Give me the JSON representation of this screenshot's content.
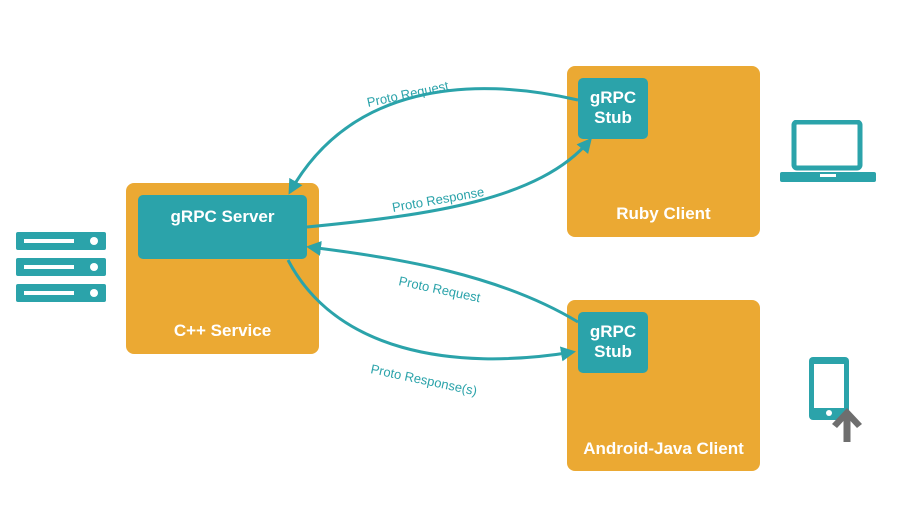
{
  "colors": {
    "service": "#EBA933",
    "accent": "#2BA3AA",
    "device": "#6E6E6E"
  },
  "server": {
    "inner_label": "gRPC Server",
    "service_label": "C++ Service"
  },
  "ruby": {
    "stub_line1": "gRPC",
    "stub_line2": "Stub",
    "client_label": "Ruby Client"
  },
  "android": {
    "stub_line1": "gRPC",
    "stub_line2": "Stub",
    "client_label": "Android-Java Client"
  },
  "arrows": {
    "ruby_request": "Proto Request",
    "ruby_response": "Proto Response",
    "android_request": "Proto Request",
    "android_response": "Proto Response(s)"
  },
  "icons": [
    "server-rack-icon",
    "laptop-icon",
    "mobile-phone-icon",
    "upload-arrow-icon"
  ]
}
